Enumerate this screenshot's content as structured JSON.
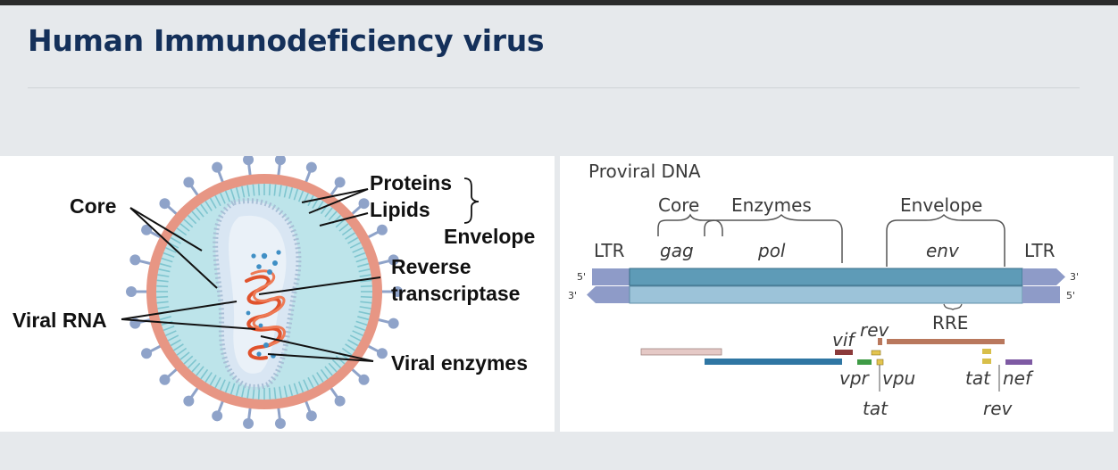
{
  "title": "Human Immunodeficiency virus",
  "virion": {
    "labels": {
      "core": "Core",
      "proteins": "Proteins",
      "lipids": "Lipids",
      "envelope": "Envelope",
      "reverse_line1": "Reverse",
      "reverse_line2": "transcriptase",
      "viral_rna": "Viral RNA",
      "viral_enzymes": "Viral enzymes"
    },
    "colors": {
      "lipid": "#e79684",
      "matrix": "#bde4ea",
      "spike": "#8fa3c9",
      "core_wall": "#d9e6f3",
      "rna": "#e0522c",
      "enzyme": "#3f8fc5"
    }
  },
  "genome": {
    "heading": "Proviral DNA",
    "groups": {
      "core": "Core",
      "enzymes": "Enzymes",
      "envelope": "Envelope"
    },
    "ltr_left": "LTR",
    "ltr_right": "LTR",
    "genes": {
      "gag": "gag",
      "pol": "pol",
      "env": "env"
    },
    "ends": {
      "left_top": "5'",
      "left_bottom": "3'",
      "right_top": "3'",
      "right_bottom": "5'"
    },
    "rre": "RRE",
    "small_genes": {
      "vif": "vif",
      "rev_top": "rev",
      "vpr": "vpr",
      "vpu": "vpu",
      "tat_mid": "tat",
      "tat_right": "tat",
      "nef": "nef",
      "rev_bottom": "rev"
    },
    "colors": {
      "strand_top": "#5e9bb7",
      "strand_bottom": "#9cc3d9",
      "ltr": "#8e9bc8",
      "bar_pink": "#e5c9c6",
      "bar_blue": "#2f76a3",
      "bar_vif": "#8b3a3a",
      "bar_vpr": "#3f9b46",
      "bar_vpu": "#e3c44f",
      "bar_env": "#b9785d",
      "bar_tat": "#d8bf4a",
      "bar_nef": "#7e5aa3"
    }
  }
}
